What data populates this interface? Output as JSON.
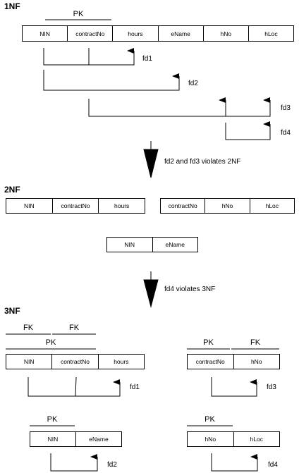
{
  "headings": {
    "nf1": "1NF",
    "nf2": "2NF",
    "nf3": "3NF"
  },
  "keys": {
    "pk": "PK",
    "fk": "FK"
  },
  "nf1": {
    "columns": [
      "NIN",
      "contractNo",
      "hours",
      "eName",
      "hNo",
      "hLoc"
    ],
    "fds": [
      "fd1",
      "fd2",
      "fd3",
      "fd4"
    ]
  },
  "notes": {
    "to2nf": "fd2 and fd3 violates 2NF",
    "to3nf": "fd4 violates 3NF"
  },
  "nf2": {
    "table_a": [
      "NIN",
      "contractNo",
      "hours"
    ],
    "table_b": [
      "contractNo",
      "hNo",
      "hLoc"
    ],
    "table_c": [
      "NIN",
      "eName"
    ]
  },
  "nf3": {
    "table_a": [
      "NIN",
      "contractNo",
      "hours"
    ],
    "table_b": [
      "contractNo",
      "hNo"
    ],
    "table_c": [
      "NIN",
      "eName"
    ],
    "table_d": [
      "hNo",
      "hLoc"
    ],
    "fds": {
      "a": "fd1",
      "b": "fd3",
      "c": "fd2",
      "d": "fd4"
    }
  }
}
